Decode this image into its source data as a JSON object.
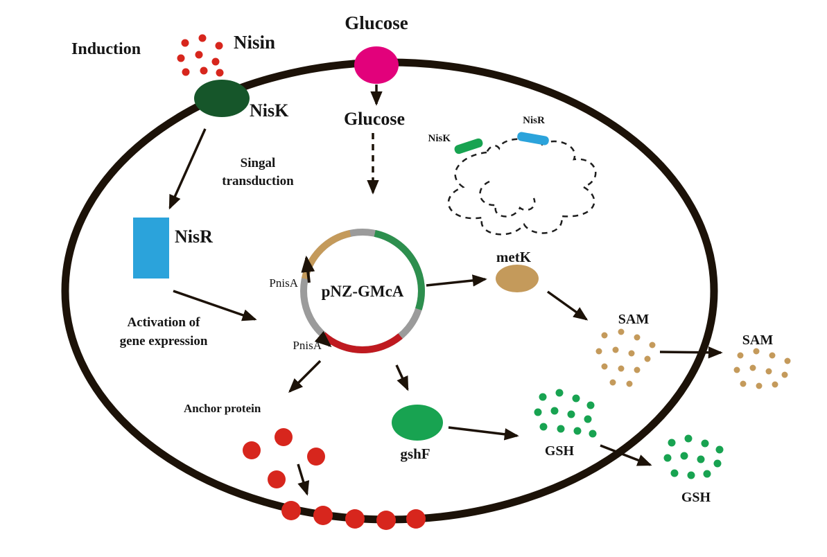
{
  "labels": {
    "induction": "Induction",
    "nisin": "Nisin",
    "glucose_out": "Glucose",
    "glucose_in": "Glucose",
    "nisk": "NisK",
    "signal_line1": "Singal",
    "signal_line2": "transduction",
    "nisr": "NisR",
    "activation_line1": "Activation of",
    "activation_line2": "gene expression",
    "plasmid_name": "pNZ-GMcA",
    "pnisa_top": "PnisA",
    "pnisa_bottom": "PnisA",
    "genome_nisk": "NisK",
    "genome_nisr": "NisR",
    "metk": "metK",
    "sam_in": "SAM",
    "sam_out": "SAM",
    "gshf": "gshF",
    "gsh_in": "GSH",
    "gsh_out": "GSH",
    "anchor_protein": "Anchor protein"
  },
  "colors": {
    "red": "#d7261d",
    "red_text": "#e51f1b",
    "dark_green": "#16562a",
    "magenta": "#e2017b",
    "blue": "#2ba3db",
    "tan": "#c49a5b",
    "green": "#18a351",
    "plasmid_gray": "#9b9b9b",
    "plasmid_green": "#2d8f4e",
    "plasmid_red": "#bf1a20",
    "membrane": "#1c1208"
  }
}
